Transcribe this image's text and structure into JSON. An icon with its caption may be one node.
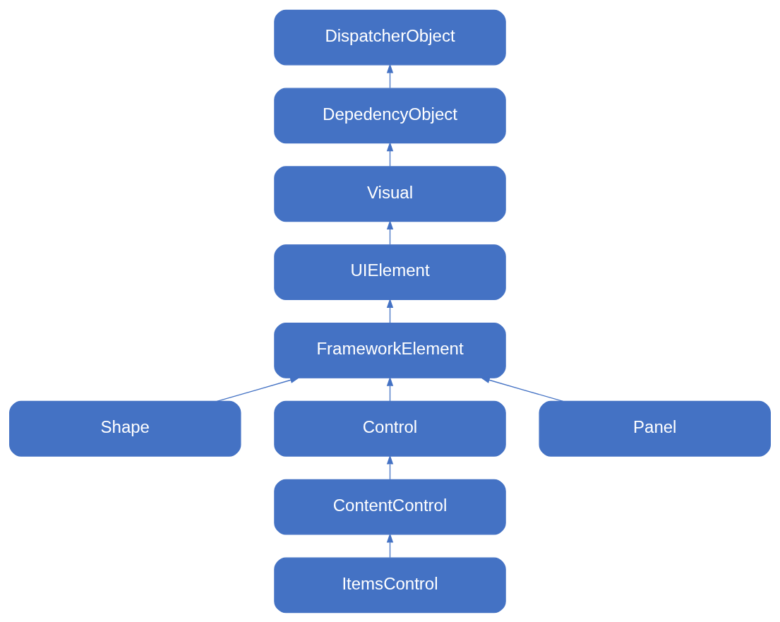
{
  "diagram": {
    "nodes": [
      {
        "text": [
          "DispatcherObject"
        ]
      },
      {
        "text": [
          "DepedencyObject"
        ]
      },
      {
        "text": [
          "Visual"
        ]
      },
      {
        "text": [
          "UIElement"
        ]
      },
      {
        "text": [
          "FrameworkElement"
        ]
      },
      {
        "text": [
          "Shape"
        ]
      },
      {
        "text": [
          "Control"
        ]
      },
      {
        "text": [
          "Panel"
        ]
      },
      {
        "text": [
          "ContentControl"
        ]
      },
      {
        "text": [
          "ItemsControl"
        ]
      }
    ],
    "edges": [
      {
        "from": 1,
        "to": 0,
        "arrow": "to"
      },
      {
        "from": 2,
        "to": 1,
        "arrow": "to"
      },
      {
        "from": 3,
        "to": 2,
        "arrow": "to"
      },
      {
        "from": 4,
        "to": 3,
        "arrow": "to"
      },
      {
        "from": 5,
        "to": 4,
        "arrow": "to"
      },
      {
        "from": 6,
        "to": 4,
        "arrow": "to"
      },
      {
        "from": 7,
        "to": 4,
        "arrow": "to"
      },
      {
        "from": 8,
        "to": 6,
        "arrow": "to"
      },
      {
        "from": 9,
        "to": 8,
        "arrow": "to"
      }
    ]
  }
}
